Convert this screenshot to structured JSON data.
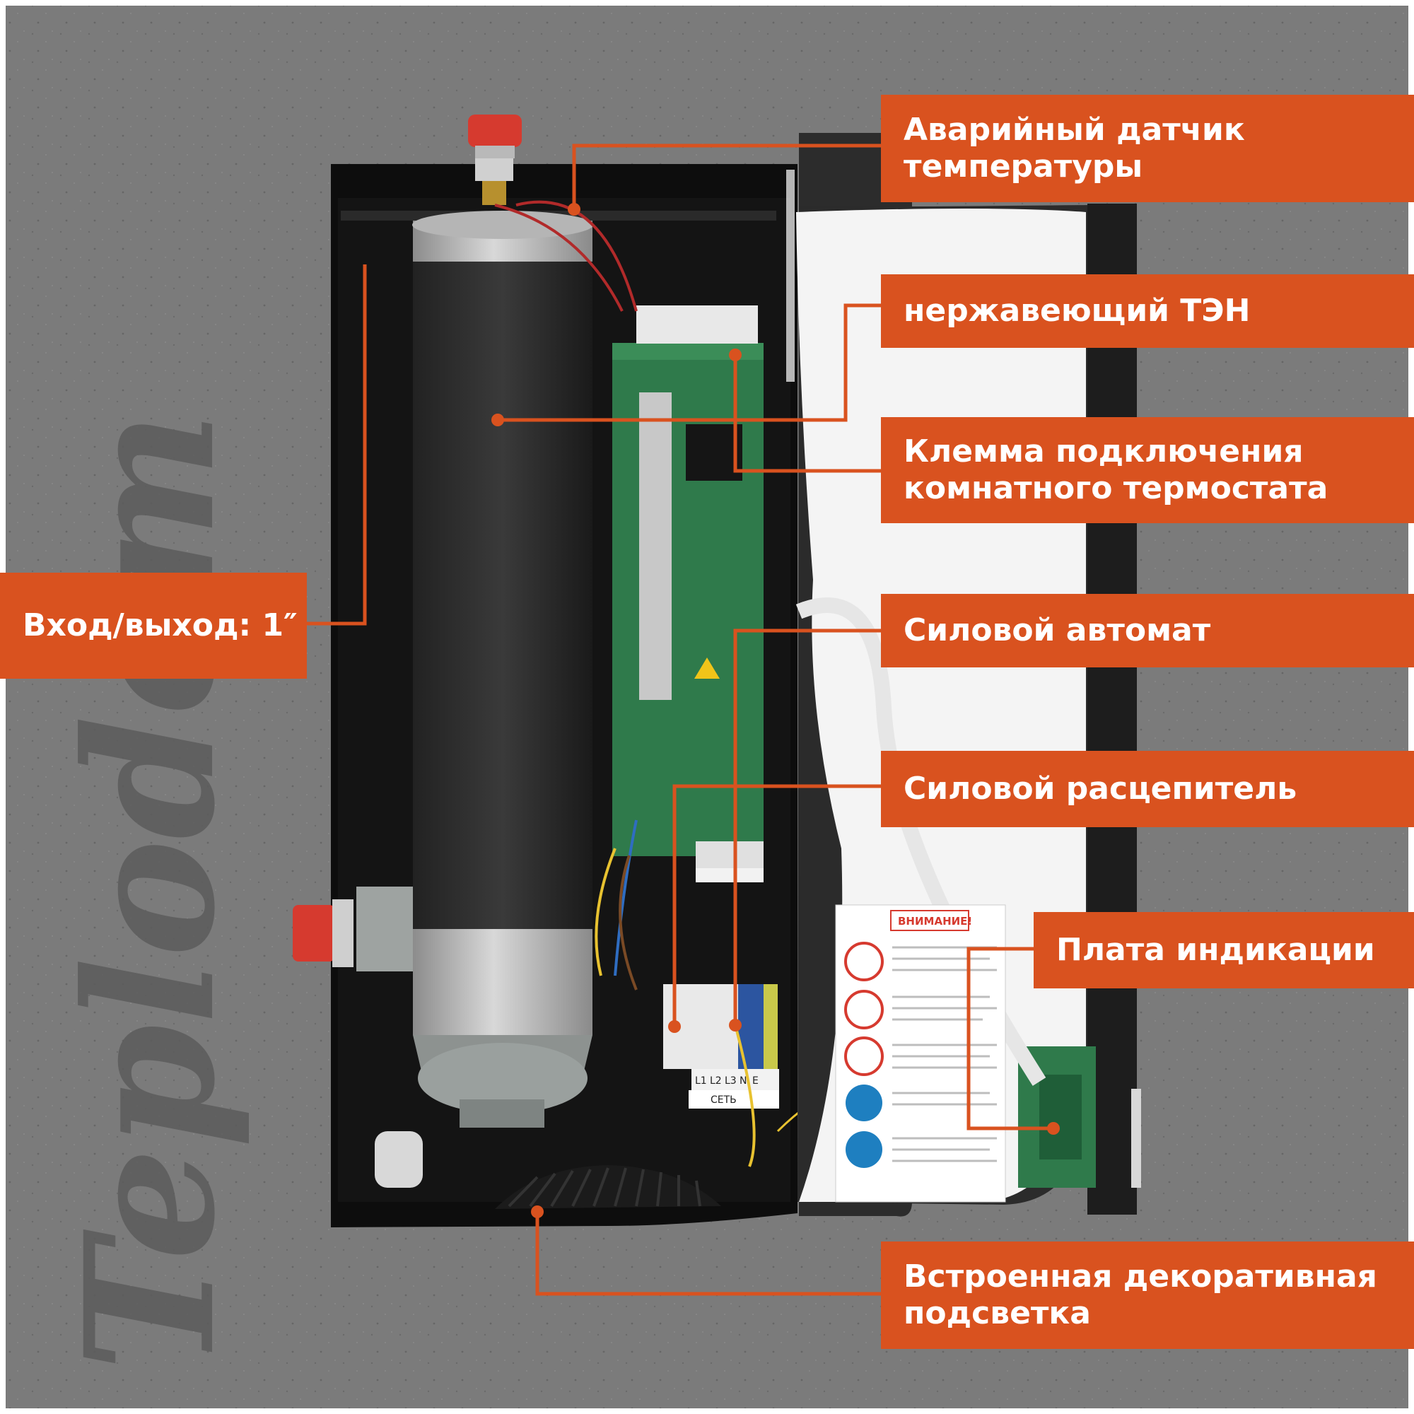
{
  "brand": {
    "logo_text": "Teplodom"
  },
  "callouts": {
    "sensor": "Аварийный датчик температуры",
    "ten": "нержавеющий ТЭН",
    "terminal": "Клемма подключения комнатного термостата",
    "breaker": "Силовой автомат",
    "release": "Силовой расцепитель",
    "display": "Плата индикации",
    "backlight": "Встроенная декоративная подсветка",
    "inlet": "Вход/выход: 1″"
  },
  "device_labels": {
    "terminal_block": [
      "L1",
      "L2",
      "L3",
      "N",
      "E"
    ],
    "network": "СЕТЬ",
    "warning_title": "ВНИМАНИЕ!"
  },
  "colors": {
    "accent": "#d9521f",
    "background": "#7b7b7b",
    "boiler_body": "#111111",
    "board": "#2f7a4b"
  }
}
